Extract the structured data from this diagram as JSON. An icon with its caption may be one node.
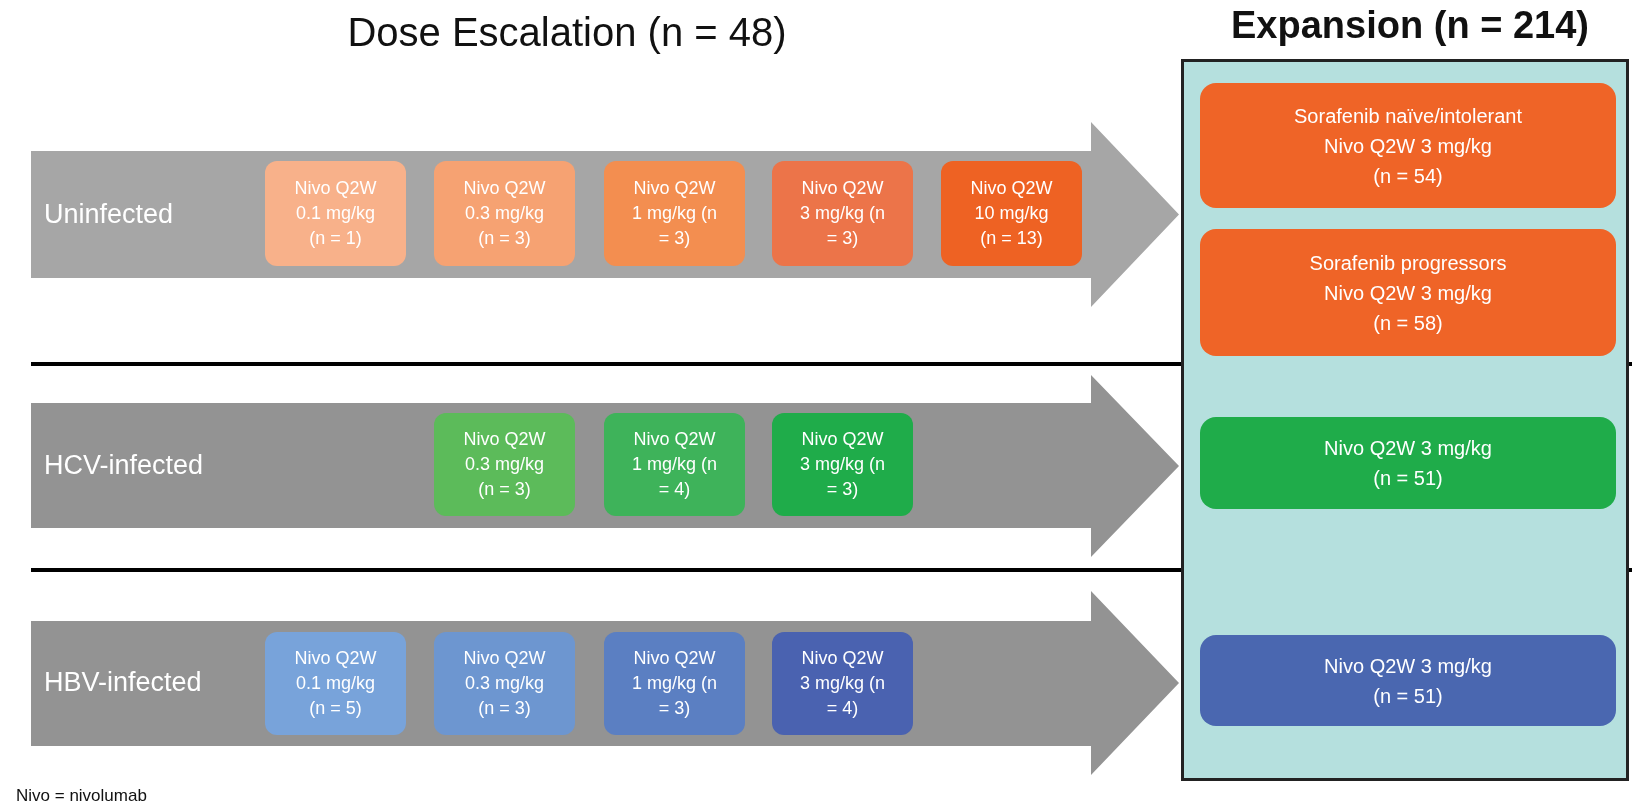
{
  "diagram": {
    "title": "Dose Escalation (n = 48)",
    "nodes": [
      {
        "text": [
          "Uninfected"
        ]
      },
      {
        "text": [
          "Nivo Q2W 0.1 mg/kg (n = 1)"
        ],
        "in": 0
      },
      {
        "text": [
          "Nivo Q2W 0.3 mg/kg (n = 3)"
        ],
        "in": 0
      },
      {
        "text": [
          "Nivo Q2W 1 mg/kg (n = 3)"
        ],
        "in": 0
      },
      {
        "text": [
          "Nivo Q2W 3 mg/kg (n = 3)"
        ],
        "in": 0
      },
      {
        "text": [
          "Nivo Q2W 10 mg/kg (n = 13)"
        ],
        "in": 0
      },
      {
        "text": [
          "HCV-infected"
        ]
      },
      {
        "text": [
          "Nivo Q2W 0.3 mg/kg (n = 3)"
        ],
        "in": 6
      },
      {
        "text": [
          "Nivo Q2W 1 mg/kg (n = 4)"
        ],
        "in": 6
      },
      {
        "text": [
          "Nivo Q2W 3 mg/kg (n = 3)"
        ],
        "in": 6
      },
      {
        "text": [
          "HBV-infected"
        ]
      },
      {
        "text": [
          "Nivo Q2W 0.1 mg/kg (n = 5)"
        ],
        "in": 10
      },
      {
        "text": [
          "Nivo Q2W 0.3 mg/kg (n = 3)"
        ],
        "in": 10
      },
      {
        "text": [
          "Nivo Q2W 1 mg/kg (n = 3)"
        ],
        "in": 10
      },
      {
        "text": [
          "Nivo Q2W 3 mg/kg (n = 4)"
        ],
        "in": 10
      },
      {
        "text": [
          "Expansion (n = 214)"
        ]
      },
      {
        "text": [
          "Sorafenib naïve/intolerant",
          "Nivo Q2W 3 mg/kg (n = 54)"
        ],
        "in": 15
      },
      {
        "text": [
          "Sorafenib progressors",
          "Nivo Q2W 3 mg/kg (n = 58)"
        ],
        "in": 15
      },
      {
        "text": [
          "Nivo Q2W 3 mg/kg (n = 51)"
        ],
        "in": 15
      },
      {
        "text": [
          "Nivo Q2W 3 mg/kg (n = 51)"
        ],
        "in": 15
      }
    ],
    "labels": [
      "Nivo = nivolumab"
    ]
  }
}
